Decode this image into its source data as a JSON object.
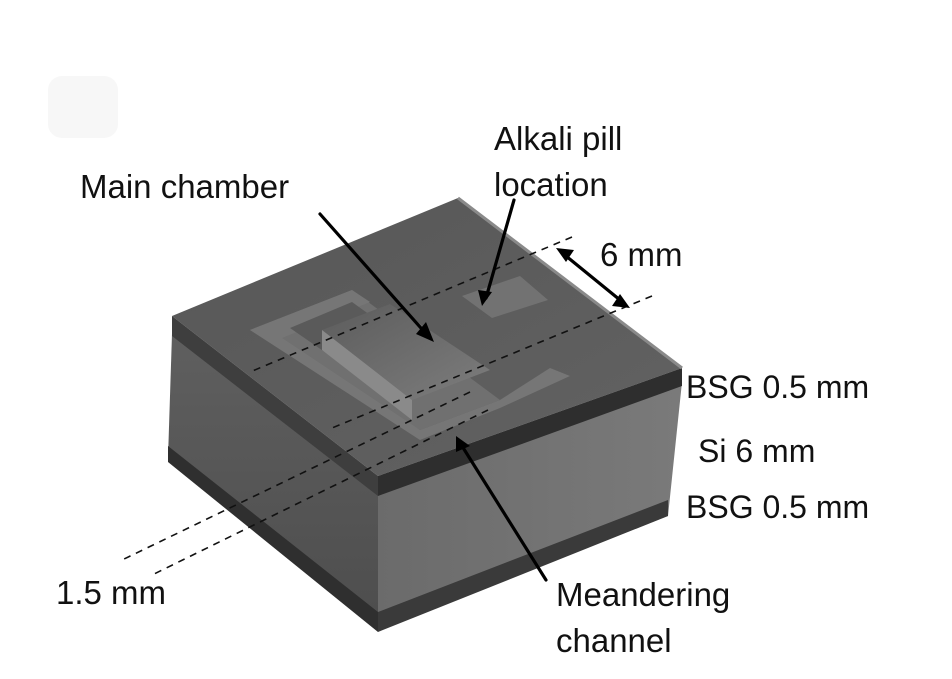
{
  "labels": {
    "main_chamber": "Main chamber",
    "alkali_pill_line1": "Alkali pill",
    "alkali_pill_line2": "location",
    "width_dim": "6 mm",
    "bsg_top": "BSG 0.5 mm",
    "si_layer": "Si 6 mm",
    "bsg_bottom": "BSG 0.5 mm",
    "channel_width_dim": "1.5 mm",
    "meandering_line1": "Meandering",
    "meandering_line2": "channel"
  },
  "colors": {
    "background": "#ffffff",
    "top_glass": "#5a5a5a",
    "front_face": "#5c5c5c",
    "right_face": "#6e6e6e",
    "glass_edge": "#2e2e2e",
    "channel": "#777777",
    "chamber": "#6a6a6a",
    "text": "#111111"
  }
}
